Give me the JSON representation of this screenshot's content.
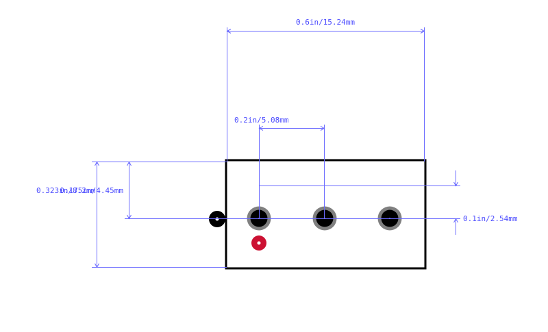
{
  "dimensions": {
    "width_total": "0.6in/15.24mm",
    "pin_pitch": "0.2in/5.08mm",
    "pin_offset": "0.1in/2.54mm",
    "height_total": "0.323in/8.2mm",
    "height_to_pin": "0.175in/4.45mm"
  },
  "colors": {
    "dimension": "#6a6aff",
    "body_outline": "#000000",
    "body_inner": "#e08a8a",
    "pad_ring": "#808080",
    "pad_hole": "#000000",
    "pin1_marker": "#cc1133"
  },
  "pads": [
    {
      "name": "pad-1"
    },
    {
      "name": "pad-2"
    },
    {
      "name": "pad-3"
    }
  ]
}
